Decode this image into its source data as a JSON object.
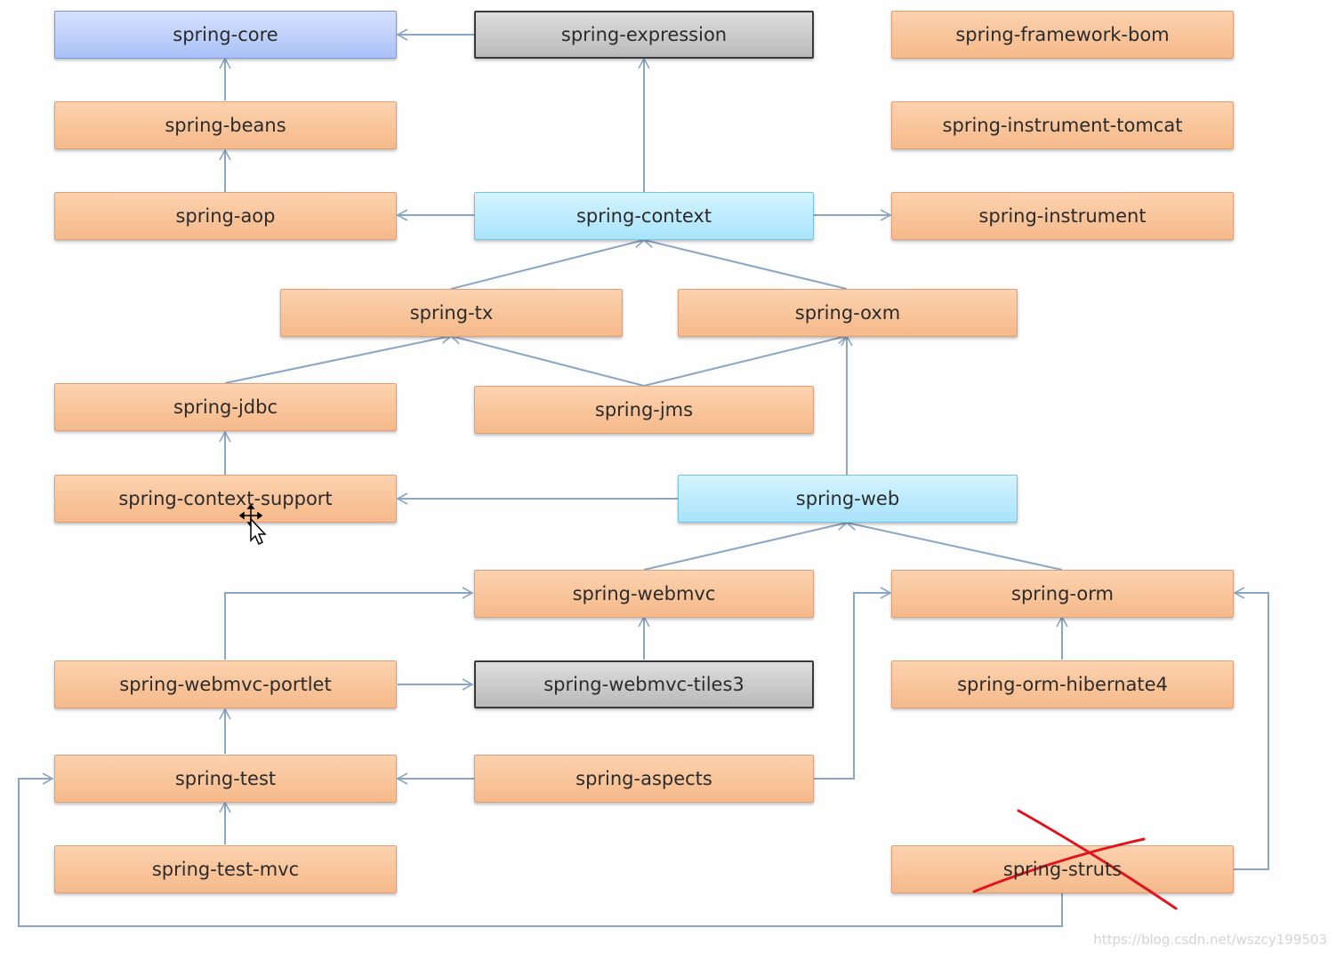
{
  "nodes": {
    "spring_core": "spring-core",
    "spring_expression": "spring-expression",
    "spring_framework_bom": "spring-framework-bom",
    "spring_beans": "spring-beans",
    "spring_instrument_tomcat": "spring-instrument-tomcat",
    "spring_aop": "spring-aop",
    "spring_context": "spring-context",
    "spring_instrument": "spring-instrument",
    "spring_tx": "spring-tx",
    "spring_oxm": "spring-oxm",
    "spring_jdbc": "spring-jdbc",
    "spring_jms": "spring-jms",
    "spring_context_support": "spring-context-support",
    "spring_web": "spring-web",
    "spring_webmvc": "spring-webmvc",
    "spring_orm": "spring-orm",
    "spring_webmvc_portlet": "spring-webmvc-portlet",
    "spring_webmvc_tiles3": "spring-webmvc-tiles3",
    "spring_orm_hibernate4": "spring-orm-hibernate4",
    "spring_test": "spring-test",
    "spring_aspects": "spring-aspects",
    "spring_test_mvc": "spring-test-mvc",
    "spring_struts": "spring-struts"
  },
  "colors": {
    "orange": "#f6b98a",
    "blue": "#a9c1f7",
    "cyan": "#a8e3fb",
    "gray": "#b9b9b9",
    "edge": "#8aa6c4",
    "strike": "#e0141e"
  },
  "icons": {
    "cursor": "move-cursor-icon",
    "strike": "red-x-icon"
  },
  "watermark": "https://blog.csdn.net/wszcy199503"
}
